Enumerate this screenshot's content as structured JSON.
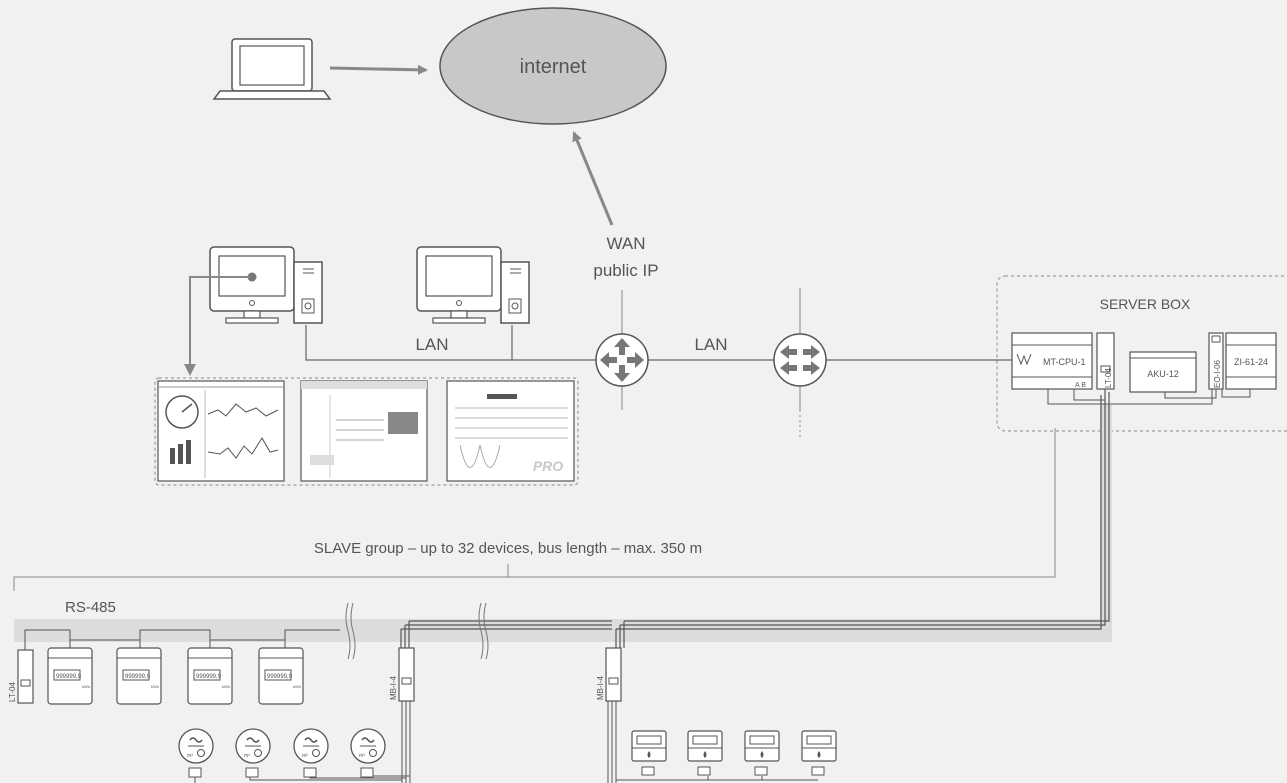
{
  "cloud": {
    "label": "internet"
  },
  "wan": {
    "line1": "WAN",
    "line2": "public IP"
  },
  "lan": {
    "label_left": "LAN",
    "label_right": "LAN"
  },
  "server_box": {
    "title": "SERVER BOX",
    "cpu_label": "MT-CPU-1",
    "cpu_terminal": "A  B",
    "lt_module": "LT-04",
    "aku_module": "AKU-12",
    "eo_module": "EO-I-06",
    "zi_module": "ZI-61-24"
  },
  "bus": {
    "group_caption": "SLAVE group – up to 32 devices, bus length – max. 350 m",
    "protocol": "RS-485",
    "terminator": "LT-04",
    "interface": "MB-I-4"
  },
  "meters": {
    "display": "999999,9",
    "unit": "kWh",
    "count": 4
  },
  "water_meters": {
    "unit": "m³",
    "count": 4
  },
  "gas_meters": {
    "count": 4
  },
  "screens": {
    "pro_badge": "PRO"
  },
  "icons": [
    "laptop-icon",
    "desktop-computer-icon",
    "router-icon",
    "switch-icon",
    "water-meter-icon",
    "gas-meter-icon",
    "energy-meter-icon"
  ],
  "colors": {
    "background": "#f1f1f1",
    "cloud": "#c8c8c8",
    "line": "#555555",
    "arrow": "#888888",
    "bus_band": "#dcdcdc"
  }
}
